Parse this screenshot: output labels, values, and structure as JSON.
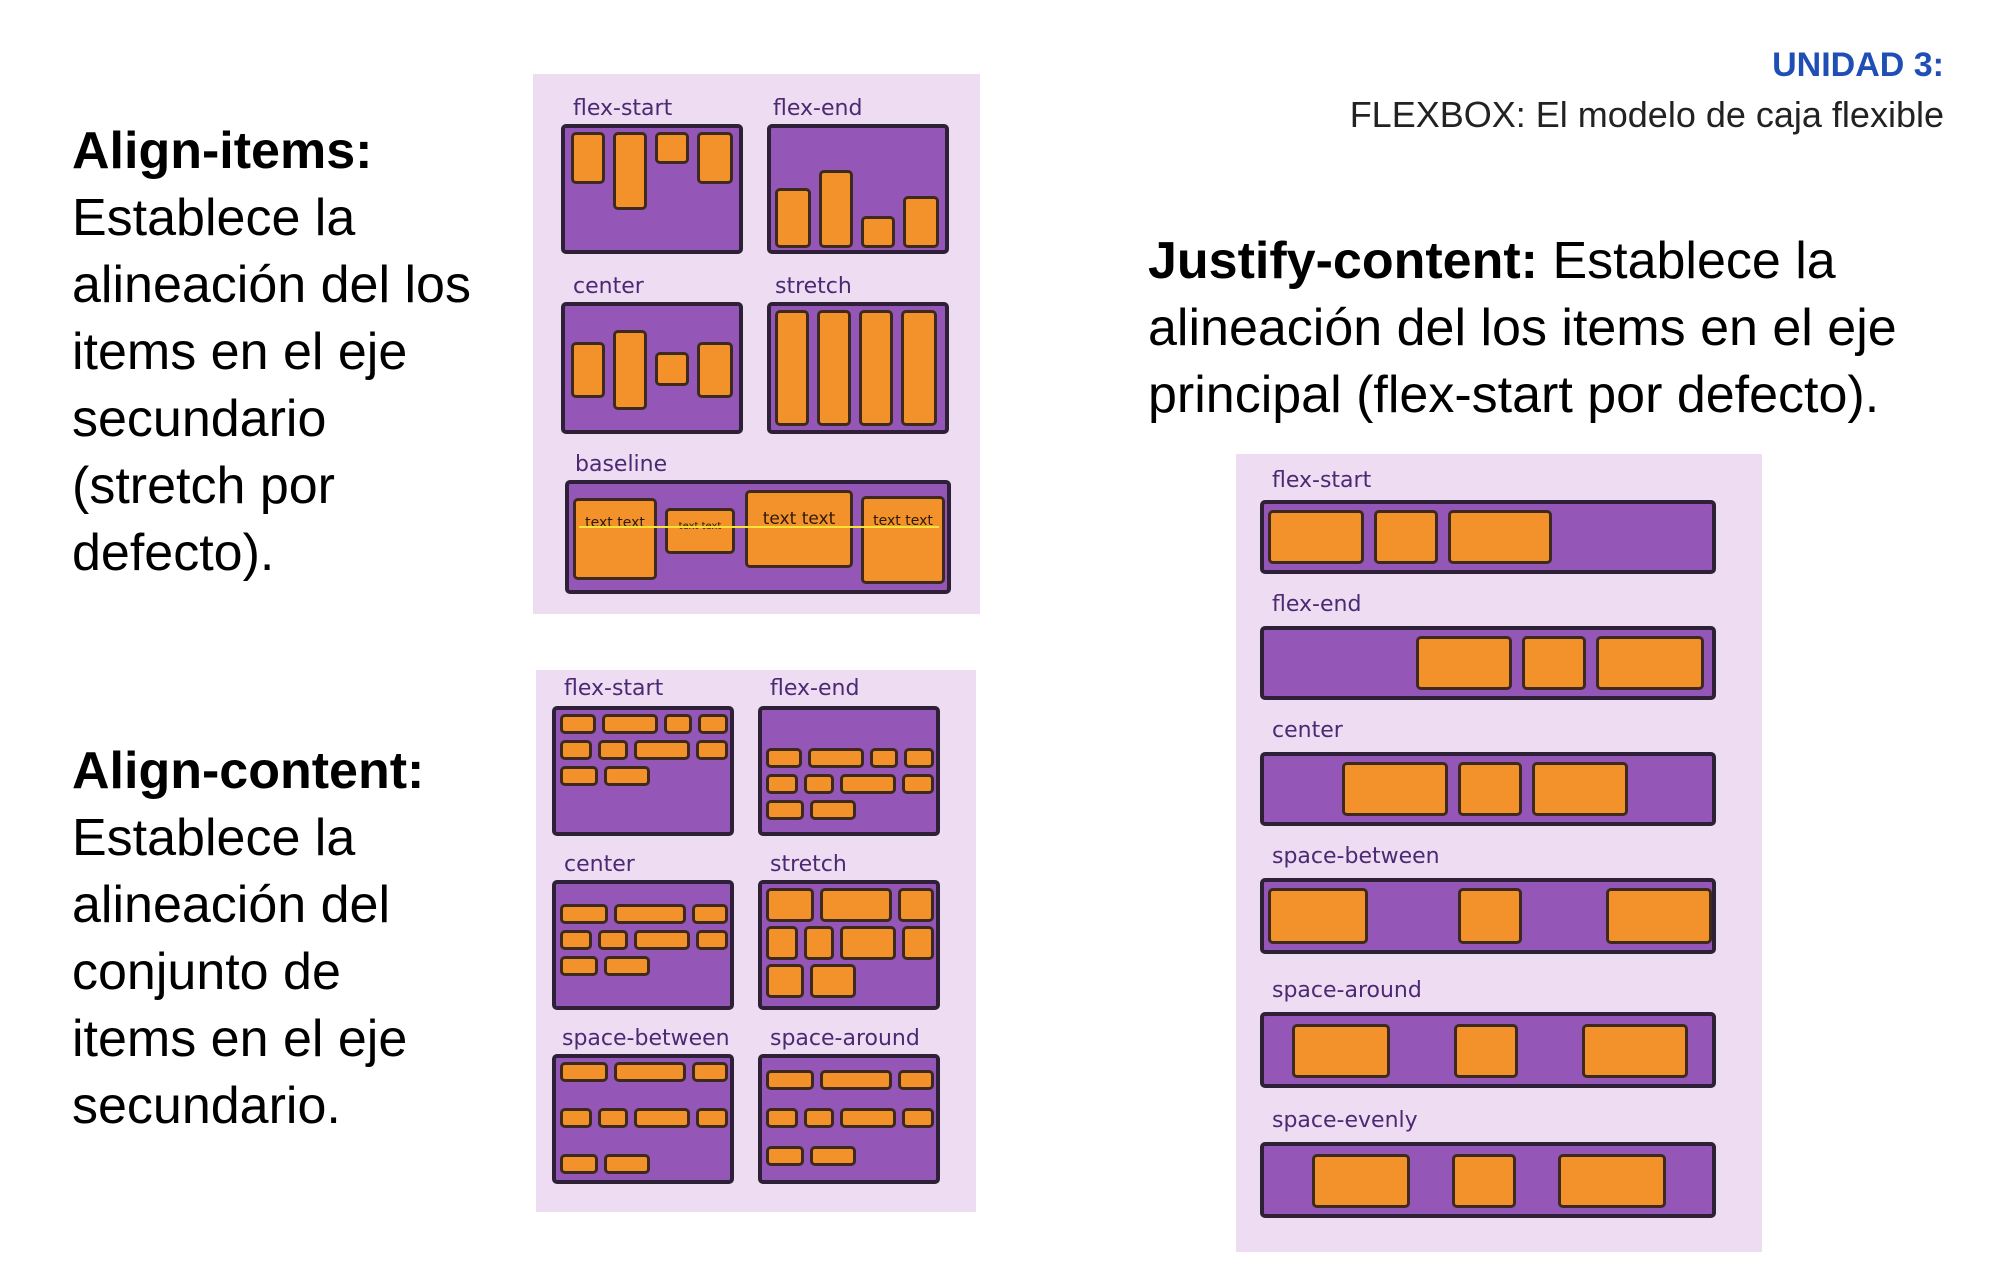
{
  "header": {
    "unit_title": "UNIDAD 3:",
    "unit_subtitle": "FLEXBOX:  El modelo  de caja  flexible"
  },
  "align_items": {
    "term": "Align-items:",
    "lines": [
      "Establece la",
      "alineación del los",
      "items  en el eje",
      "secundario",
      "(stretch por",
      "defecto)."
    ],
    "labels": {
      "flex_start": "flex-start",
      "flex_end": "flex-end",
      "center": "center",
      "stretch": "stretch",
      "baseline": "baseline"
    },
    "baseline_texts": [
      "text text",
      "text text",
      "text text",
      "text text"
    ]
  },
  "align_content": {
    "term": "Align-content:",
    "lines": [
      "Establece la",
      "alineación del",
      "conjunto  de",
      "items en el eje",
      "secundario."
    ],
    "labels": {
      "flex_start": "flex-start",
      "flex_end": "flex-end",
      "center": "center",
      "stretch": "stretch",
      "space_between": "space-between",
      "space_around": "space-around"
    }
  },
  "justify_content": {
    "term": "Justify-content:",
    "lines": [
      " Establece la",
      "alineación del los items en el eje",
      "principal (flex-start por defecto)."
    ],
    "labels": {
      "flex_start": "flex-start",
      "flex_end": "flex-end",
      "center": "center",
      "space_between": "space-between",
      "space_around": "space-around",
      "space_evenly": "space-evenly"
    }
  },
  "colors": {
    "panel": "#eddcf2",
    "container": "#9457b8",
    "item": "#f3922a",
    "unit_title": "#1f4fb5"
  }
}
